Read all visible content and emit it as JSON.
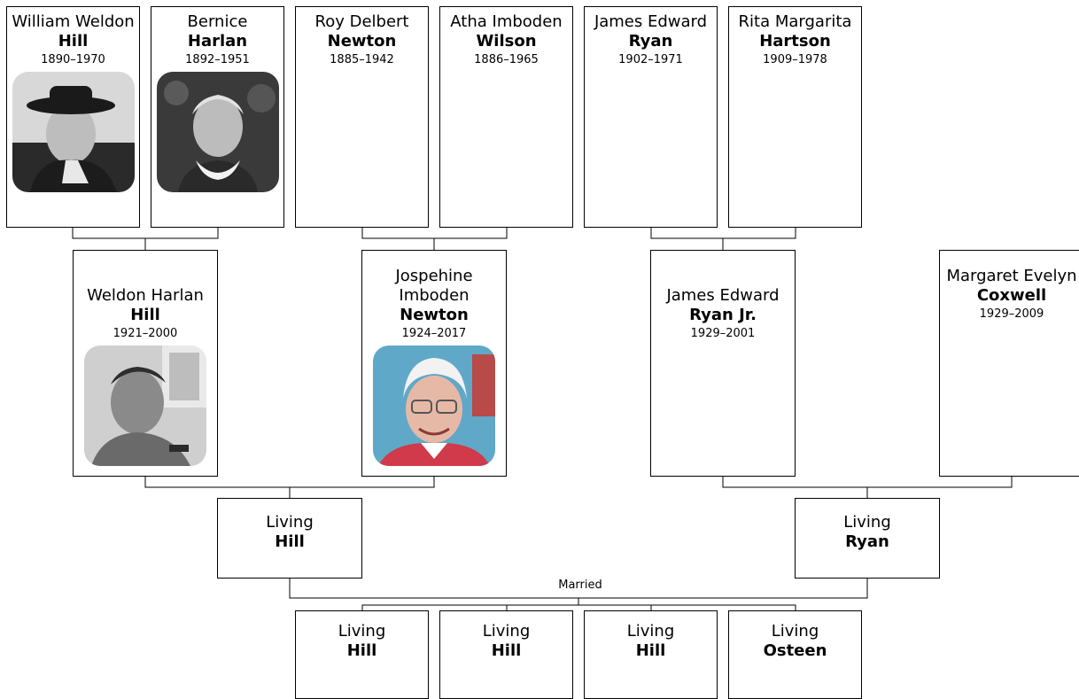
{
  "people": {
    "william_hill": {
      "given": "William Weldon",
      "surname": "Hill",
      "dates": "1890–1970",
      "photo": "portrait-photo"
    },
    "bernice_harlan": {
      "given": "Bernice",
      "surname": "Harlan",
      "dates": "1892–1951",
      "photo": "portrait-photo"
    },
    "roy_newton": {
      "given": "Roy Delbert",
      "surname": "Newton",
      "dates": "1885–1942"
    },
    "atha_wilson": {
      "given": "Atha Imboden",
      "surname": "Wilson",
      "dates": "1886–1965"
    },
    "james_ryan": {
      "given": "James Edward",
      "surname": "Ryan",
      "dates": "1902–1971"
    },
    "rita_hartson": {
      "given": "Rita Margarita",
      "surname": "Hartson",
      "dates": "1909–1978"
    },
    "weldon_hill": {
      "given": "Weldon Harlan",
      "surname": "Hill",
      "dates": "1921–2000",
      "photo": "portrait-photo"
    },
    "jospehine_newton": {
      "given": "Jospehine Imboden",
      "surname": "Newton",
      "dates": "1924–2017",
      "photo": "portrait-photo"
    },
    "james_ryan_jr": {
      "given": "James Edward",
      "surname": "Ryan Jr.",
      "dates": "1929–2001"
    },
    "margaret_coxwell": {
      "given": "Margaret Evelyn",
      "surname": "Coxwell",
      "dates": "1929–2009"
    },
    "living_hill_parent": {
      "given": "Living",
      "surname": "Hill"
    },
    "living_ryan_parent": {
      "given": "Living",
      "surname": "Ryan"
    },
    "child_1": {
      "given": "Living",
      "surname": "Hill"
    },
    "child_2": {
      "given": "Living",
      "surname": "Hill"
    },
    "child_3": {
      "given": "Living",
      "surname": "Hill"
    },
    "child_4": {
      "given": "Living",
      "surname": "Osteen"
    }
  },
  "married_label": "Married",
  "colors": {
    "border": "#000000",
    "background": "#ffffff"
  }
}
